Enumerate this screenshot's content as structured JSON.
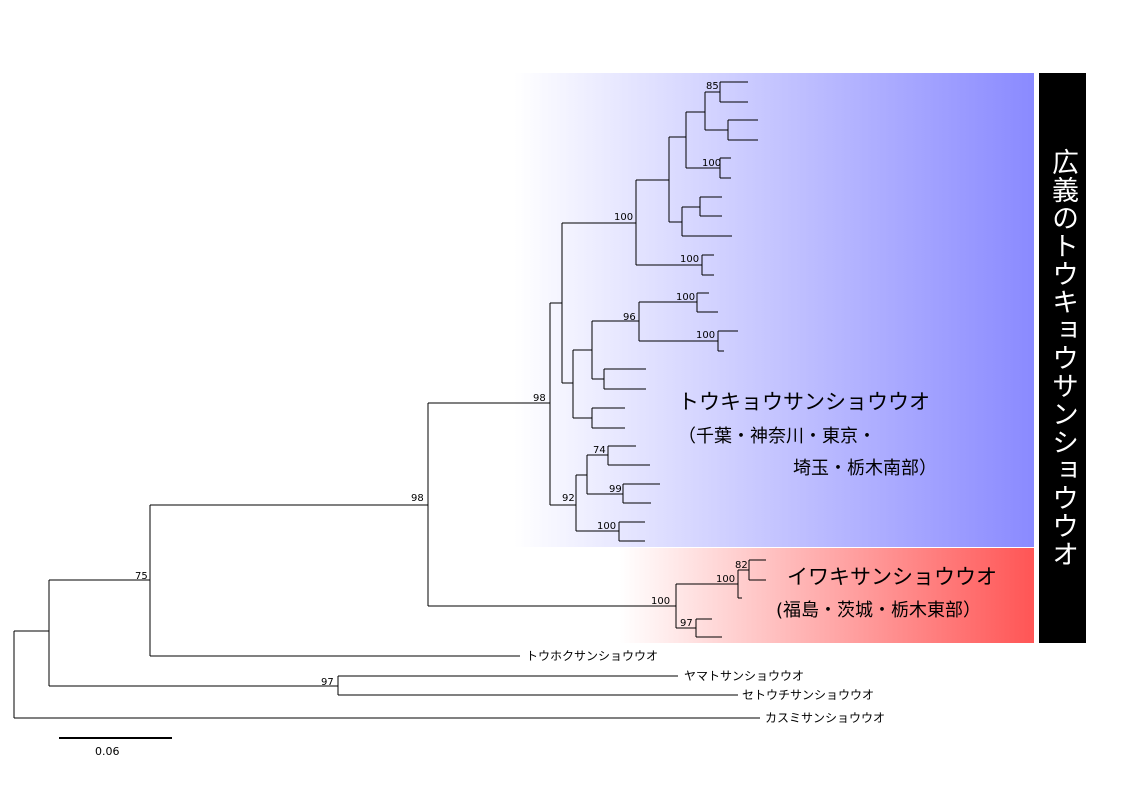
{
  "colors": {
    "tokyo_clade_gradient": [
      "#ffffff",
      "#8a8aff"
    ],
    "iwaki_clade_gradient": [
      "#ffffff",
      "#ff5555"
    ],
    "label_bar": "#000000",
    "branch": "#000000"
  },
  "clade_label_vertical": "広義のトウキョウサンショウウオ",
  "tokyo_clade": {
    "name": "トウキョウサンショウウオ",
    "region_line1": "（千葉・神奈川・東京・",
    "region_line2": "埼玉・栃木南部）"
  },
  "iwaki_clade": {
    "name": "イワキサンショウウオ",
    "region": "(福島・茨城・栃木東部）"
  },
  "taxa": {
    "tohoku": "トウホクサンショウウオ",
    "yamato": "ヤマトサンショウウオ",
    "setouchi": "セトウチサンショウウオ",
    "kasumi": "カスミサンショウウオ"
  },
  "bootstrap": {
    "n85": "85",
    "n100a": "100",
    "n100main": "100",
    "n100b": "100",
    "n100c": "100",
    "n96": "96",
    "n100d": "100",
    "n98a": "98",
    "n74": "74",
    "n99": "99",
    "n92": "92",
    "n100e": "100",
    "n98b": "98",
    "n82": "82",
    "n100f": "100",
    "n100g": "100",
    "n97a": "97",
    "n75": "75",
    "n97b": "97"
  },
  "scale_bar": {
    "label": "0.06"
  }
}
